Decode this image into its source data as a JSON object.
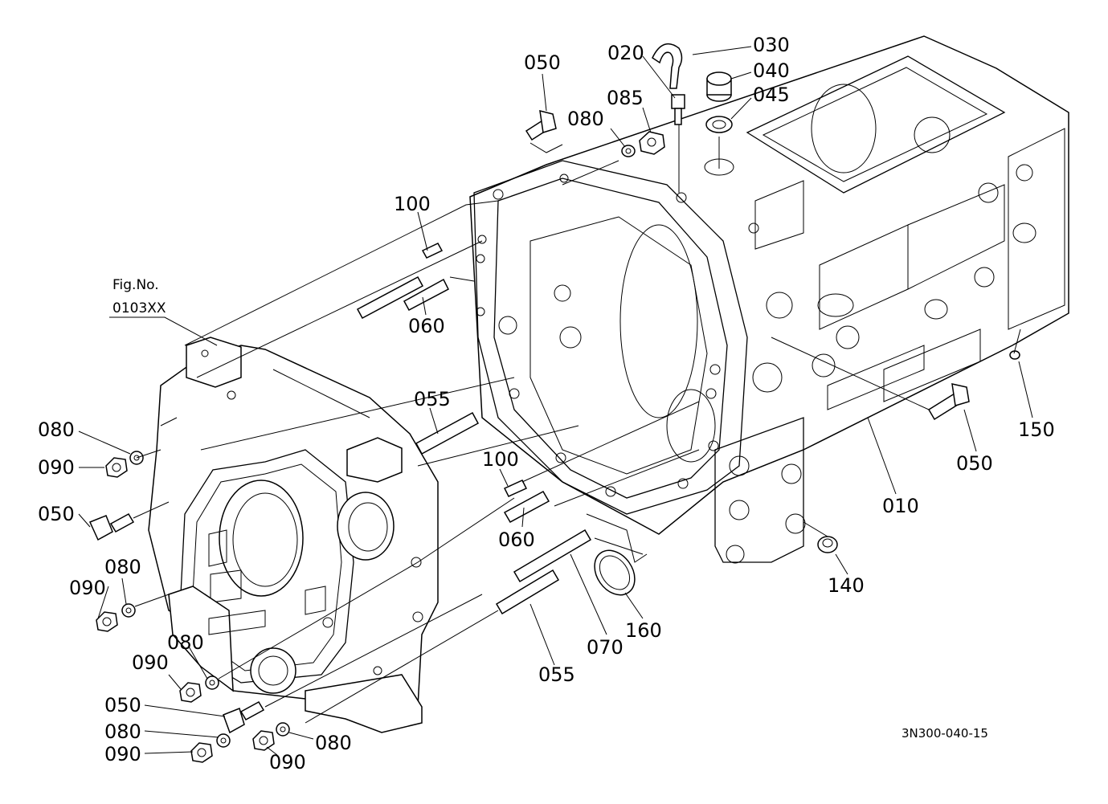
{
  "figure_reference": {
    "label": "Fig.No.",
    "number": "0103XX"
  },
  "drawing_number": "3N300-040-15",
  "callouts": [
    {
      "id": "c-050-top",
      "text": "050"
    },
    {
      "id": "c-020",
      "text": "020"
    },
    {
      "id": "c-030",
      "text": "030"
    },
    {
      "id": "c-040",
      "text": "040"
    },
    {
      "id": "c-045",
      "text": "045"
    },
    {
      "id": "c-085",
      "text": "085"
    },
    {
      "id": "c-080-top",
      "text": "080"
    },
    {
      "id": "c-100-top",
      "text": "100"
    },
    {
      "id": "c-060-top",
      "text": "060"
    },
    {
      "id": "c-055-mid",
      "text": "055"
    },
    {
      "id": "c-100-mid",
      "text": "100"
    },
    {
      "id": "c-060-mid",
      "text": "060"
    },
    {
      "id": "c-080-left1",
      "text": "080"
    },
    {
      "id": "c-090-left1",
      "text": "090"
    },
    {
      "id": "c-050-left",
      "text": "050"
    },
    {
      "id": "c-080-left2",
      "text": "080"
    },
    {
      "id": "c-090-left2",
      "text": "090"
    },
    {
      "id": "c-080-left3",
      "text": "080"
    },
    {
      "id": "c-090-left3",
      "text": "090"
    },
    {
      "id": "c-050-bottom",
      "text": "050"
    },
    {
      "id": "c-080-bottom1",
      "text": "080"
    },
    {
      "id": "c-090-bottom1",
      "text": "090"
    },
    {
      "id": "c-080-bottom2",
      "text": "080"
    },
    {
      "id": "c-090-bottom2",
      "text": "090"
    },
    {
      "id": "c-055-bottom",
      "text": "055"
    },
    {
      "id": "c-070",
      "text": "070"
    },
    {
      "id": "c-160",
      "text": "160"
    },
    {
      "id": "c-140",
      "text": "140"
    },
    {
      "id": "c-010",
      "text": "010"
    },
    {
      "id": "c-050-right",
      "text": "050"
    },
    {
      "id": "c-150",
      "text": "150"
    }
  ]
}
